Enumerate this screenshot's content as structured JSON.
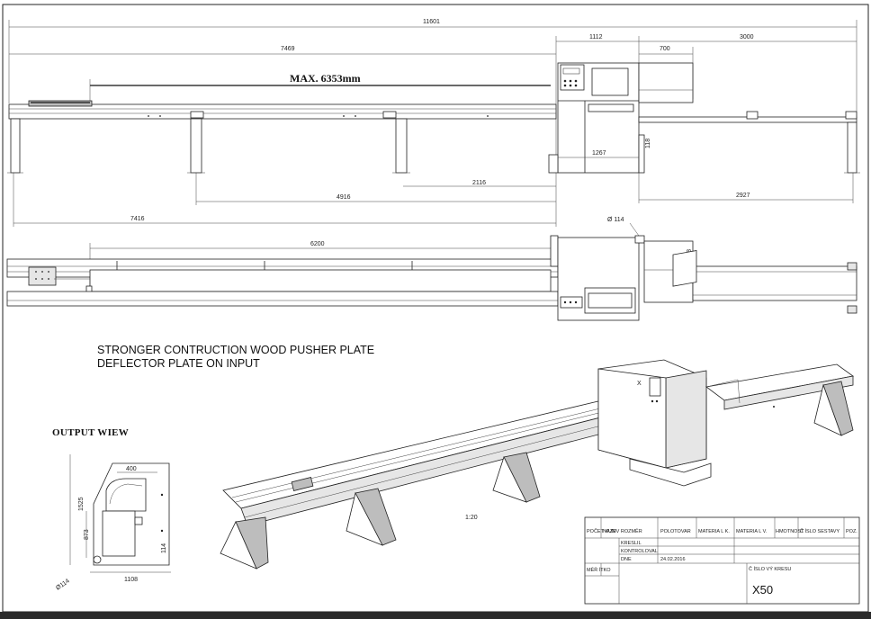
{
  "dimensions": {
    "overall_length": "11601",
    "infeed_length": "7469",
    "machine_width": "1112",
    "outfeed_gap": "700",
    "outfeed_length": "3000",
    "max_cut": "MAX. 6353mm",
    "machine_base": "1267",
    "machine_height": "118",
    "leg_spacing_a": "2116",
    "leg_spacing_b": "4916",
    "outfeed_legs": "2927",
    "infeed_total": "7416",
    "pusher_travel": "6200",
    "diameter_top": "Ø 114",
    "side_height": "1108",
    "view_width_top": "400",
    "view_height": "1525",
    "view_inner_height": "873",
    "view_pipe_height": "114",
    "view_pipe_dia": "Ø114",
    "view_base_width": "1108"
  },
  "notes": {
    "line1": "STRONGER CONTRUCTION WOOD PUSHER PLATE",
    "line2": "DEFLECTOR PLATE ON INPUT"
  },
  "output_view_title": "OUTPUT WIEW",
  "scale": "1:20",
  "iso_label": "X",
  "title_block": {
    "poc_kom": "POČET KUM",
    "nazev": "NAZEV ROZMĚR",
    "polotovar": "POLOTOVAR",
    "materia_lk": "MATERIA L K.",
    "materia_lv": "MATERIA L V.",
    "hmotnost": "HMOTNOST",
    "cislo_sestavy": "Č ÍSLO SESTAVY",
    "poz": "POZ.",
    "kreslil": "KRESLIL",
    "kontroloval": "KONTROLOVAL",
    "dne": "DNE",
    "date": "24.02.2016",
    "meritko": "MĚŘ ÍTKO",
    "cislo_vykresu": "Č ÍSLO VÝ KRESU",
    "drawing_no": "X50"
  }
}
